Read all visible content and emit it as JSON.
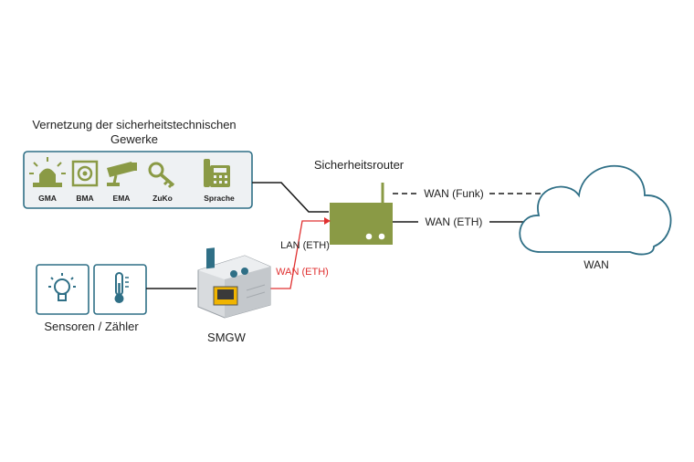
{
  "gewerke": {
    "title_line1": "Vernetzung der sicherheitstechnischen",
    "title_line2": "Gewerke",
    "items": [
      {
        "label": "GMA",
        "icon": "alarm-beacon-icon"
      },
      {
        "label": "BMA",
        "icon": "fire-detector-icon"
      },
      {
        "label": "EMA",
        "icon": "security-camera-icon"
      },
      {
        "label": "ZuKo",
        "icon": "key-icon"
      },
      {
        "label": "Sprache",
        "icon": "phone-icon"
      }
    ]
  },
  "router": {
    "label": "Sicherheitsrouter"
  },
  "links": {
    "wan_funk": "WAN (Funk)",
    "wan_eth": "WAN (ETH)",
    "lan_eth": "LAN (ETH)",
    "smgw_wan_eth": "WAN (ETH)"
  },
  "cloud": {
    "label": "WAN"
  },
  "sensors": {
    "label": "Sensoren / Zähler"
  },
  "smgw": {
    "label": "SMGW"
  },
  "colors": {
    "teal": "#2f6f86",
    "panel_bg": "#eef1f3",
    "olive": "#8a9a45",
    "red_link": "#e03030",
    "line": "#1a1a1a"
  }
}
